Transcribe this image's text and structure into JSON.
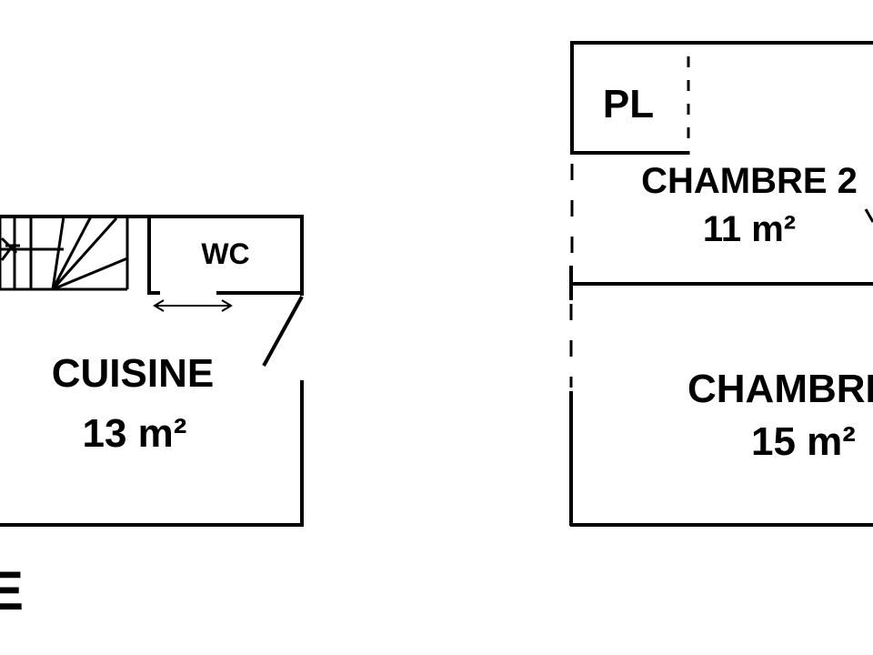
{
  "colors": {
    "wall": "#000000",
    "background": "#ffffff"
  },
  "rooms": {
    "cuisine": {
      "name": "CUISINE",
      "area": "13 m²"
    },
    "wc": {
      "name": "WC"
    },
    "chambre2": {
      "name": "CHAMBRE 2",
      "area": "11 m²"
    },
    "chambre": {
      "name": "CHAMBRE",
      "area": "15 m²"
    },
    "placard": {
      "name": "PL"
    }
  },
  "edge_text": "E",
  "icons": [
    "staircase-icon",
    "double-arrow-icon",
    "door-swing-icon"
  ]
}
